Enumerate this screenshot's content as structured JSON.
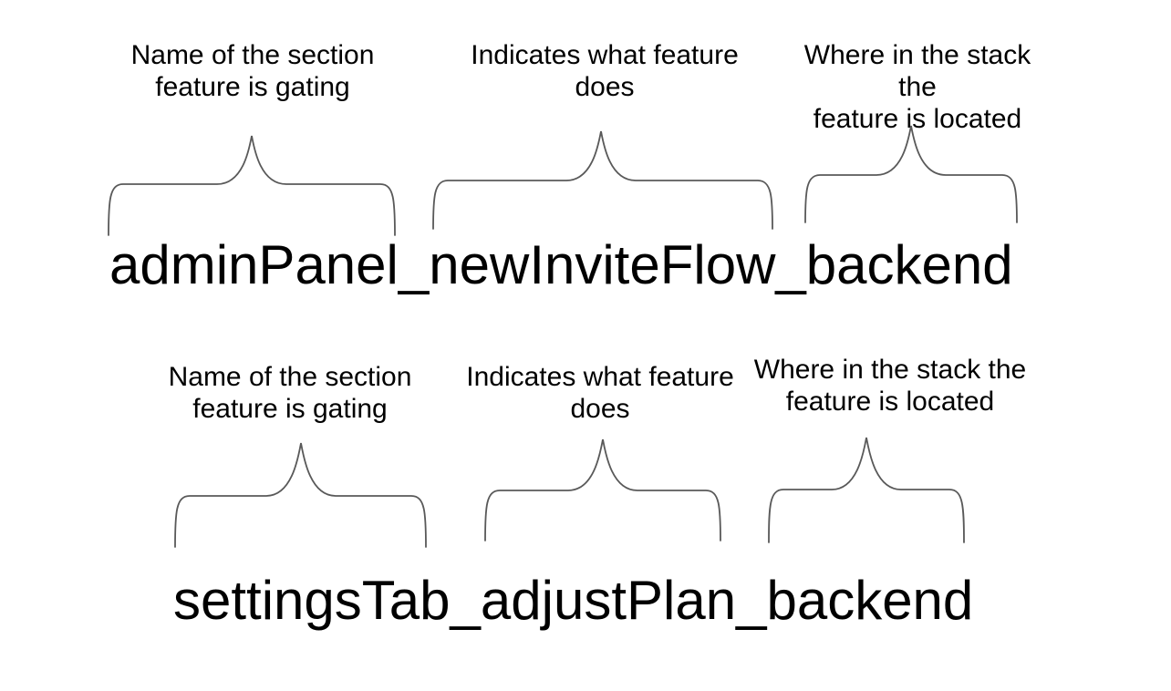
{
  "figure": {
    "background": "#ffffff",
    "text_color": "#000000",
    "brace_color": "#595959"
  },
  "examples": [
    {
      "flag_name": "adminPanel_newInviteFlow_backend",
      "annotations": [
        {
          "text": "Name of the section\nfeature is gating"
        },
        {
          "text": "Indicates what feature\ndoes"
        },
        {
          "text": "Where in the stack the\nfeature is located"
        }
      ]
    },
    {
      "flag_name": "settingsTab_adjustPlan_backend",
      "annotations": [
        {
          "text": "Name of the section\nfeature is gating"
        },
        {
          "text": "Indicates what feature\ndoes"
        },
        {
          "text": "Where in the stack the\nfeature is located"
        }
      ]
    }
  ]
}
